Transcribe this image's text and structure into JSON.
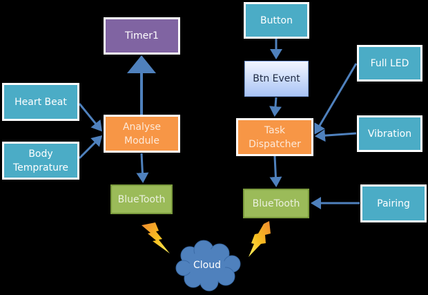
{
  "diagram": {
    "title": "",
    "colors": {
      "background": "#000000",
      "sensor_box": "#4bacc6",
      "timer_box": "#8064a2",
      "module_box": "#f79646",
      "bluetooth_box": "#9bbb59",
      "event_box": "#a9c4f5",
      "arrow": "#4f81bd",
      "cloud": "#4f81bd",
      "lightning": "#f5b800"
    },
    "nodes": {
      "timer1": "Timer1",
      "heart_beat": "Heart Beat",
      "body_temp_line1": "Body",
      "body_temp_line2": "Temprature",
      "analyse_line1": "Analyse",
      "analyse_line2": "Module",
      "bluetooth_left": "BlueTooth",
      "button": "Button",
      "btn_event": "Btn Event",
      "full_led": "Full LED",
      "task_line1": "Task",
      "task_line2": "Dispatcher",
      "vibration": "Vibration",
      "bluetooth_right": "BlueTooth",
      "pairing": "Pairing",
      "cloud": "Cloud"
    },
    "edges": [
      {
        "from": "Analyse Module",
        "to": "Timer1",
        "style": "hollow-triangle"
      },
      {
        "from": "Heart Beat",
        "to": "Analyse Module"
      },
      {
        "from": "Body Temprature",
        "to": "Analyse Module"
      },
      {
        "from": "Analyse Module",
        "to": "BlueTooth (left)"
      },
      {
        "from": "Button",
        "to": "Btn Event"
      },
      {
        "from": "Btn Event",
        "to": "Task Dispatcher"
      },
      {
        "from": "Full LED",
        "to": "Task Dispatcher"
      },
      {
        "from": "Vibration",
        "to": "Task Dispatcher"
      },
      {
        "from": "Task Dispatcher",
        "to": "BlueTooth (right)"
      },
      {
        "from": "Pairing",
        "to": "BlueTooth (right)"
      },
      {
        "from": "BlueTooth (left)",
        "to": "Cloud",
        "style": "lightning"
      },
      {
        "from": "BlueTooth (right)",
        "to": "Cloud",
        "style": "lightning"
      }
    ]
  }
}
